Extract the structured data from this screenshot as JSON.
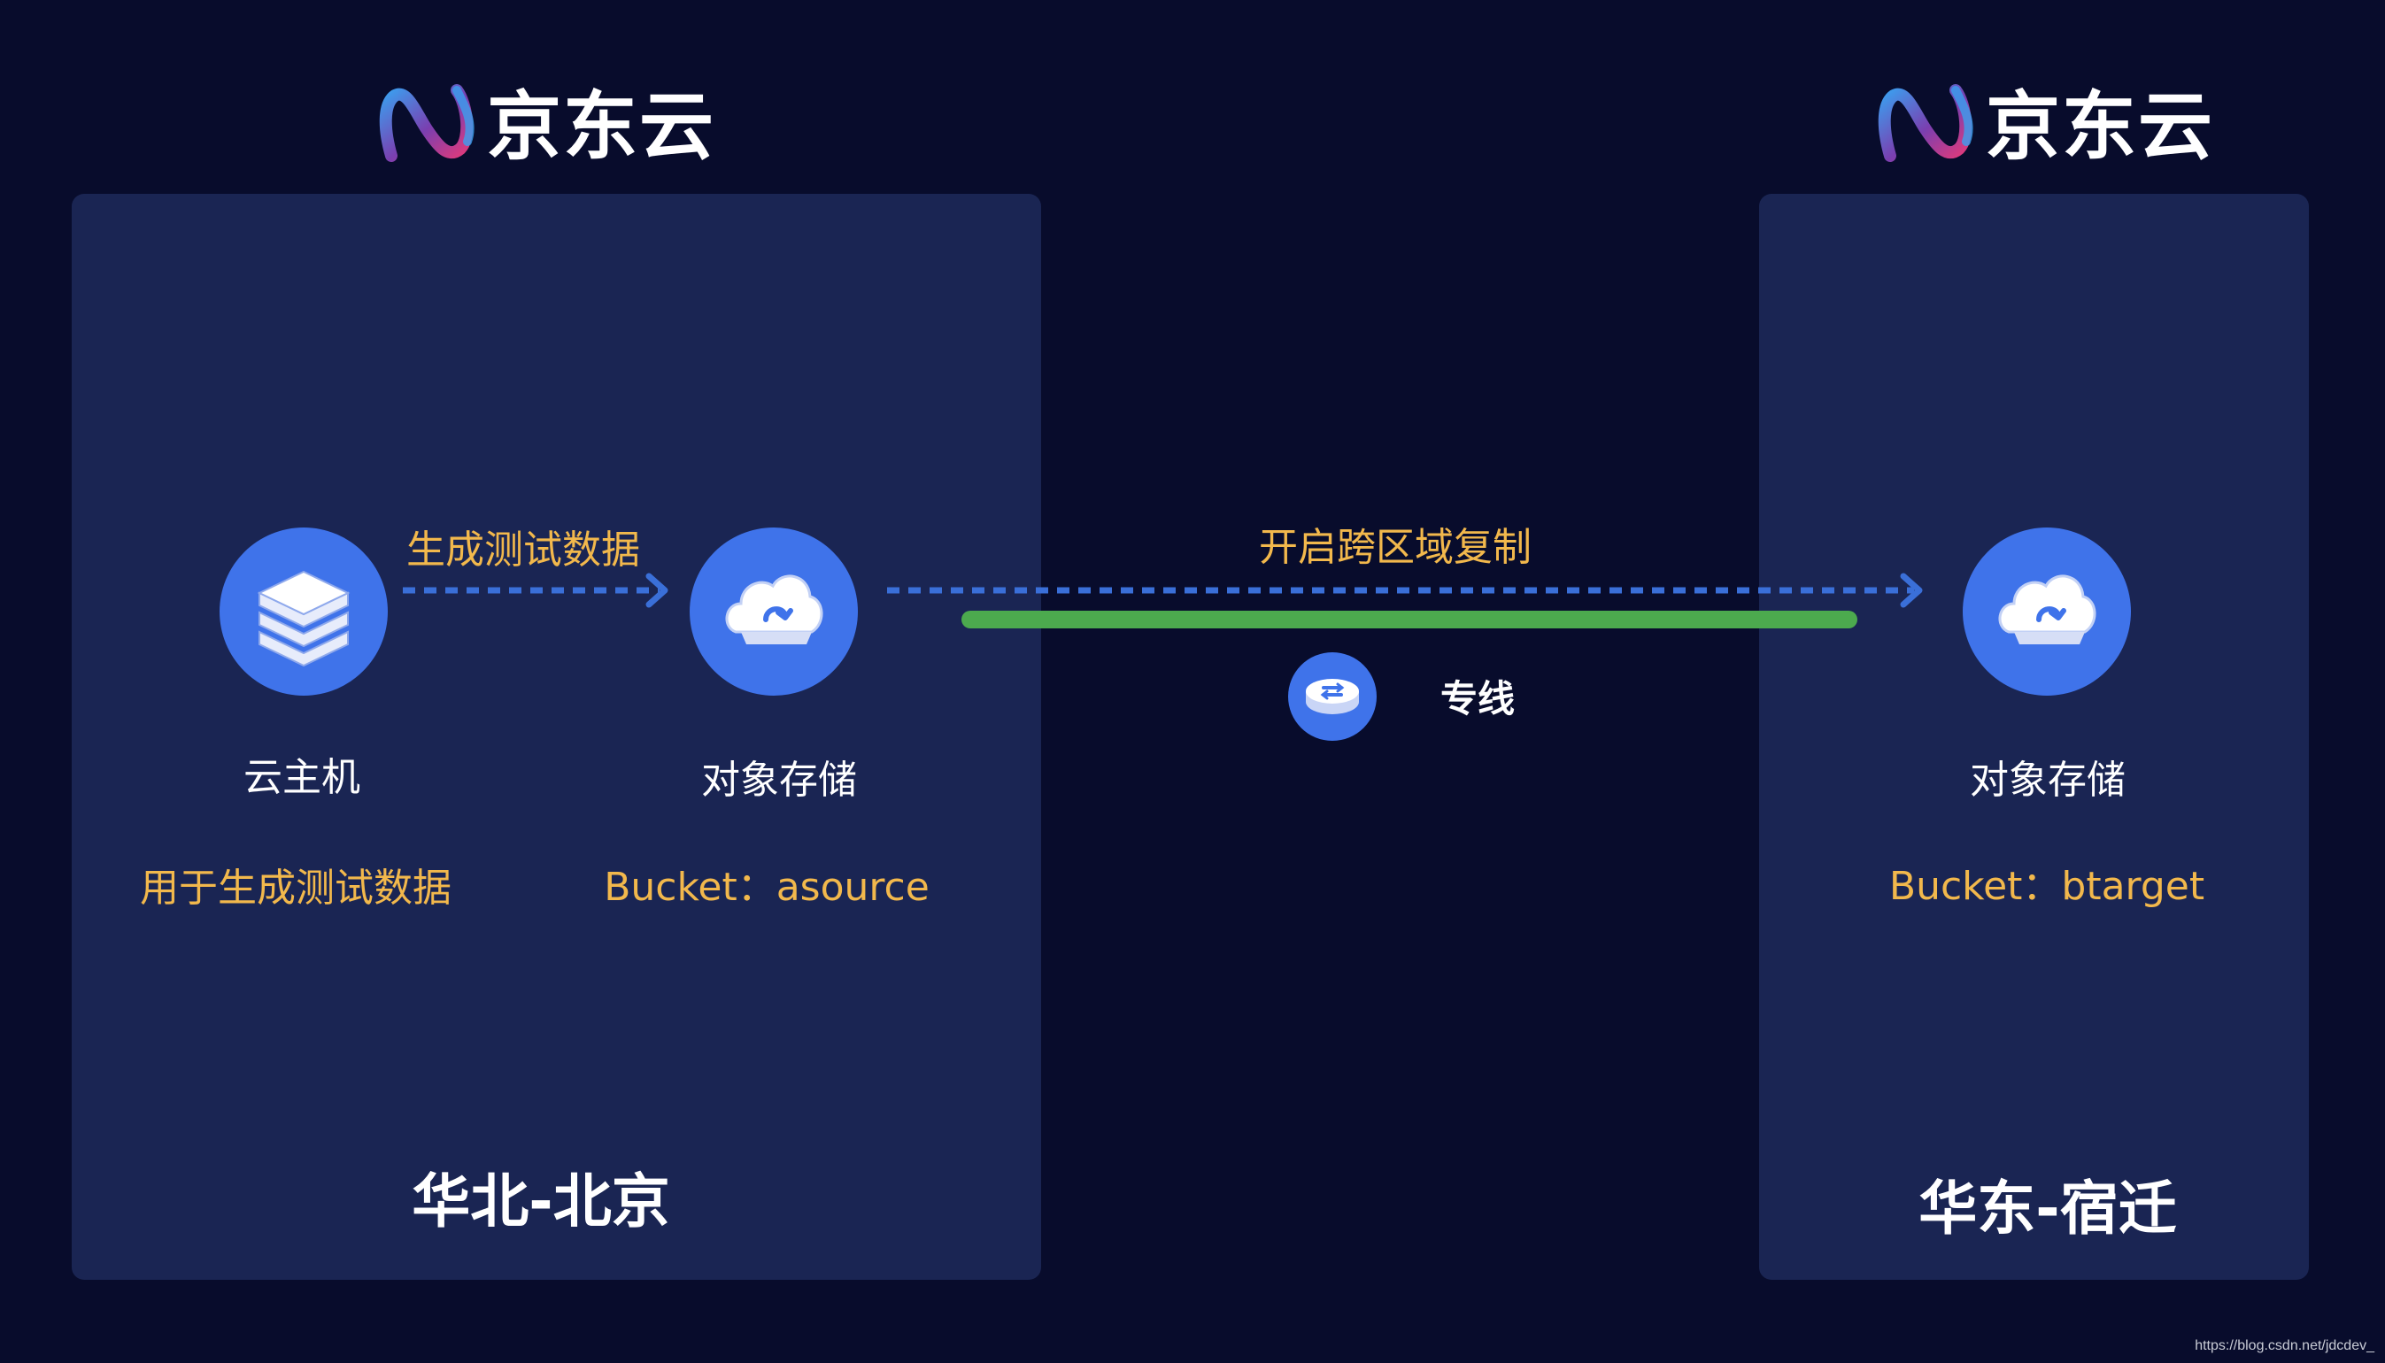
{
  "brand": {
    "name": "京东云"
  },
  "regions": {
    "left": {
      "name": "华北-北京"
    },
    "right": {
      "name": "华东-宿迁"
    }
  },
  "nodes": {
    "vm": {
      "label": "云主机",
      "note": "用于生成测试数据",
      "icon": "server-stack-icon"
    },
    "oss_left": {
      "label": "对象存储",
      "note": "Bucket：asource",
      "icon": "cloud-storage-icon"
    },
    "oss_right": {
      "label": "对象存储",
      "note": "Bucket：btarget",
      "icon": "cloud-storage-icon"
    }
  },
  "edges": {
    "generate": {
      "label": "生成测试数据"
    },
    "replicate": {
      "label": "开启跨区域复制"
    },
    "dedicated_line": {
      "label": "专线",
      "icon": "dedicated-line-icon"
    }
  },
  "watermark": "https://blog.csdn.net/jdcdev_",
  "colors": {
    "background": "#080c2c",
    "panel": "#1a2553",
    "node_blue": "#3f73ea",
    "accent_orange": "#f2b84c",
    "arrow_blue": "#3a6fd8",
    "line_green": "#4caa4e"
  }
}
